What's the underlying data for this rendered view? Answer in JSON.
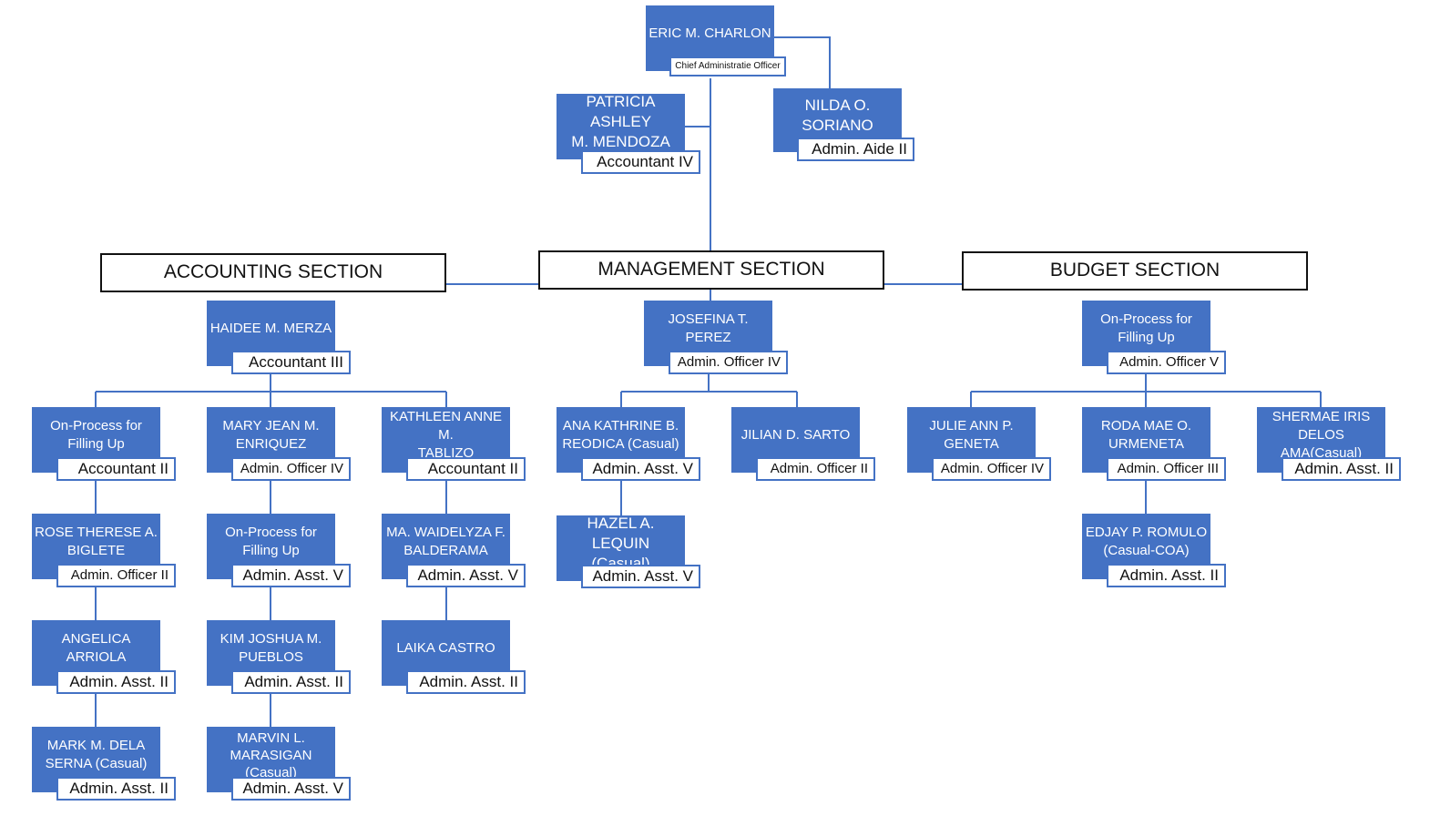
{
  "colors": {
    "card": "#4472c4",
    "line": "#4472c4",
    "section_border": "#111111"
  },
  "top": {
    "chief": {
      "name": "ERIC M. CHARLON",
      "title": "Chief Administratie Officer"
    },
    "accountant4": {
      "name_line1": "PATRICIA ASHLEY",
      "name_line2": "M. MENDOZA",
      "title": "Accountant IV"
    },
    "aide": {
      "name_line1": "NILDA O.",
      "name_line2": "SORIANO",
      "title": "Admin. Aide II"
    }
  },
  "sections": {
    "accounting": "ACCOUNTING SECTION",
    "management": "MANAGEMENT SECTION",
    "budget": "BUDGET SECTION"
  },
  "accounting": {
    "head": {
      "name_line1": "HAIDEE M. MERZA",
      "name_line2": "",
      "title": "Accountant III"
    },
    "c1": [
      {
        "name_line1": "On-Process for",
        "name_line2": "Filling Up",
        "title": "Accountant II"
      },
      {
        "name_line1": "ROSE THERESE A.",
        "name_line2": "BIGLETE",
        "title": "Admin. Officer II"
      },
      {
        "name_line1": "ANGELICA ARRIOLA",
        "name_line2": "",
        "title": "Admin. Asst. II"
      },
      {
        "name_line1": "MARK M. DELA",
        "name_line2": "SERNA (Casual)",
        "title": "Admin. Asst. II"
      }
    ],
    "c2": [
      {
        "name_line1": "MARY JEAN M.",
        "name_line2": "ENRIQUEZ",
        "title": "Admin. Officer IV"
      },
      {
        "name_line1": "On-Process for",
        "name_line2": "Filling Up",
        "title": "Admin. Asst. V"
      },
      {
        "name_line1": "KIM JOSHUA M.",
        "name_line2": "PUEBLOS",
        "title": "Admin. Asst. II"
      },
      {
        "name_line1": "MARVIN L.",
        "name_line2": "MARASIGAN",
        "name_line3": "(Casual)",
        "title": "Admin. Asst. V"
      }
    ],
    "c3": [
      {
        "name_line1": "KATHLEEN ANNE M.",
        "name_line2": "TABLIZO",
        "title": "Accountant II"
      },
      {
        "name_line1": "MA. WAIDELYZA F.",
        "name_line2": "BALDERAMA",
        "title": "Admin. Asst. V"
      },
      {
        "name_line1": "LAIKA CASTRO",
        "name_line2": "",
        "title": "Admin. Asst. II"
      }
    ]
  },
  "management": {
    "head": {
      "name_line1": "JOSEFINA T. PEREZ",
      "name_line2": "",
      "title": "Admin. Officer IV"
    },
    "m1": [
      {
        "name_line1": "ANA KATHRINE B.",
        "name_line2": "REODICA (Casual)",
        "title": "Admin. Asst. V"
      },
      {
        "name_line1": "HAZEL A. LEQUIN",
        "name_line2": "(Casual)",
        "title": "Admin. Asst. V"
      }
    ],
    "m2": {
      "name_line1": "JILIAN D. SARTO",
      "name_line2": "",
      "title": "Admin. Officer II"
    }
  },
  "budget": {
    "head": {
      "name_line1": "On-Process for",
      "name_line2": "Filling Up",
      "title": "Admin. Officer V"
    },
    "b1": {
      "name_line1": "JULIE ANN  P.",
      "name_line2": "GENETA",
      "title": "Admin. Officer IV"
    },
    "b2": [
      {
        "name_line1": "RODA MAE O.",
        "name_line2": "URMENETA",
        "title": "Admin. Officer III"
      },
      {
        "name_line1": "EDJAY P. ROMULO",
        "name_line2": "(Casual-COA)",
        "title": "Admin. Asst. II"
      }
    ],
    "b3": {
      "name_line1": "SHERMAE IRIS",
      "name_line2": "DELOS AMA(Casual)",
      "title": "Admin. Asst. II"
    }
  }
}
